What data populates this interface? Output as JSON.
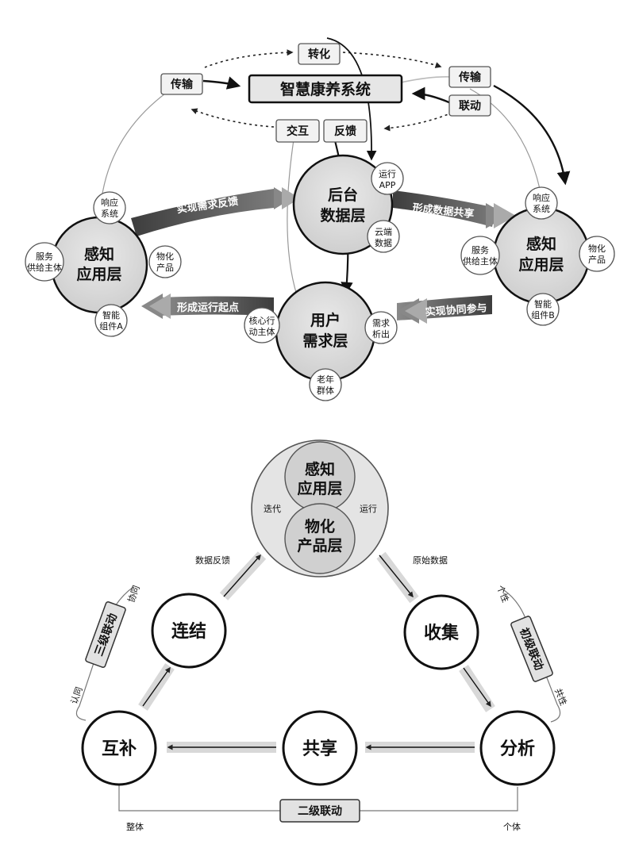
{
  "top": {
    "system": "智慧康养系统",
    "tags": {
      "zhuanhua": "转化",
      "chuanshu_left": "传输",
      "chuanshu_right": "传输",
      "liandong": "联动",
      "jiaohu": "交互",
      "fankui": "反馈"
    },
    "backend": {
      "line1": "后台",
      "line2": "数据层",
      "sat_app": [
        "运行",
        "APP"
      ],
      "sat_cloud": [
        "云端",
        "数据"
      ]
    },
    "user": {
      "line1": "用户",
      "line2": "需求层",
      "sat_core": [
        "核心行",
        "动主体"
      ],
      "sat_need": [
        "需求",
        "析出"
      ],
      "sat_old": [
        "老年",
        "群体"
      ]
    },
    "left": {
      "line1": "感知",
      "line2": "应用层",
      "sat_resp": [
        "响应",
        "系统"
      ],
      "sat_service": [
        "服务",
        "供给主体"
      ],
      "sat_product": [
        "物化",
        "产品"
      ],
      "sat_smart": [
        "智能",
        "组件A"
      ]
    },
    "right": {
      "line1": "感知",
      "line2": "应用层",
      "sat_resp": [
        "响应",
        "系统"
      ],
      "sat_service": [
        "服务",
        "供给主体"
      ],
      "sat_product": [
        "物化",
        "产品"
      ],
      "sat_smart": [
        "智能",
        "组件B"
      ]
    },
    "bands": {
      "upper_left": "实现需求反馈",
      "upper_right": "形成数据共享",
      "lower_left": "形成运行起点",
      "lower_right": "实现协同参与"
    }
  },
  "bottom": {
    "hub": {
      "top_line1": "感知",
      "top_line2": "应用层",
      "bottom_line1": "物化",
      "bottom_line2": "产品层",
      "left_label": "迭代",
      "right_label": "运行"
    },
    "nodes": {
      "lianjie": "连结",
      "shouji": "收集",
      "huhu": "互补",
      "gongxiang": "共享",
      "fenxi": "分析"
    },
    "flows": {
      "data_feedback": "数据反馈",
      "raw_data": "原始数据"
    },
    "levels": {
      "third": "三级联动",
      "first": "初级联动",
      "second": "二级联动"
    },
    "side_words": {
      "xietong": "协同",
      "renton": "认同",
      "gexing": "个性",
      "gongxing": "共性",
      "zhengti": "整体",
      "geti": "个体"
    }
  }
}
